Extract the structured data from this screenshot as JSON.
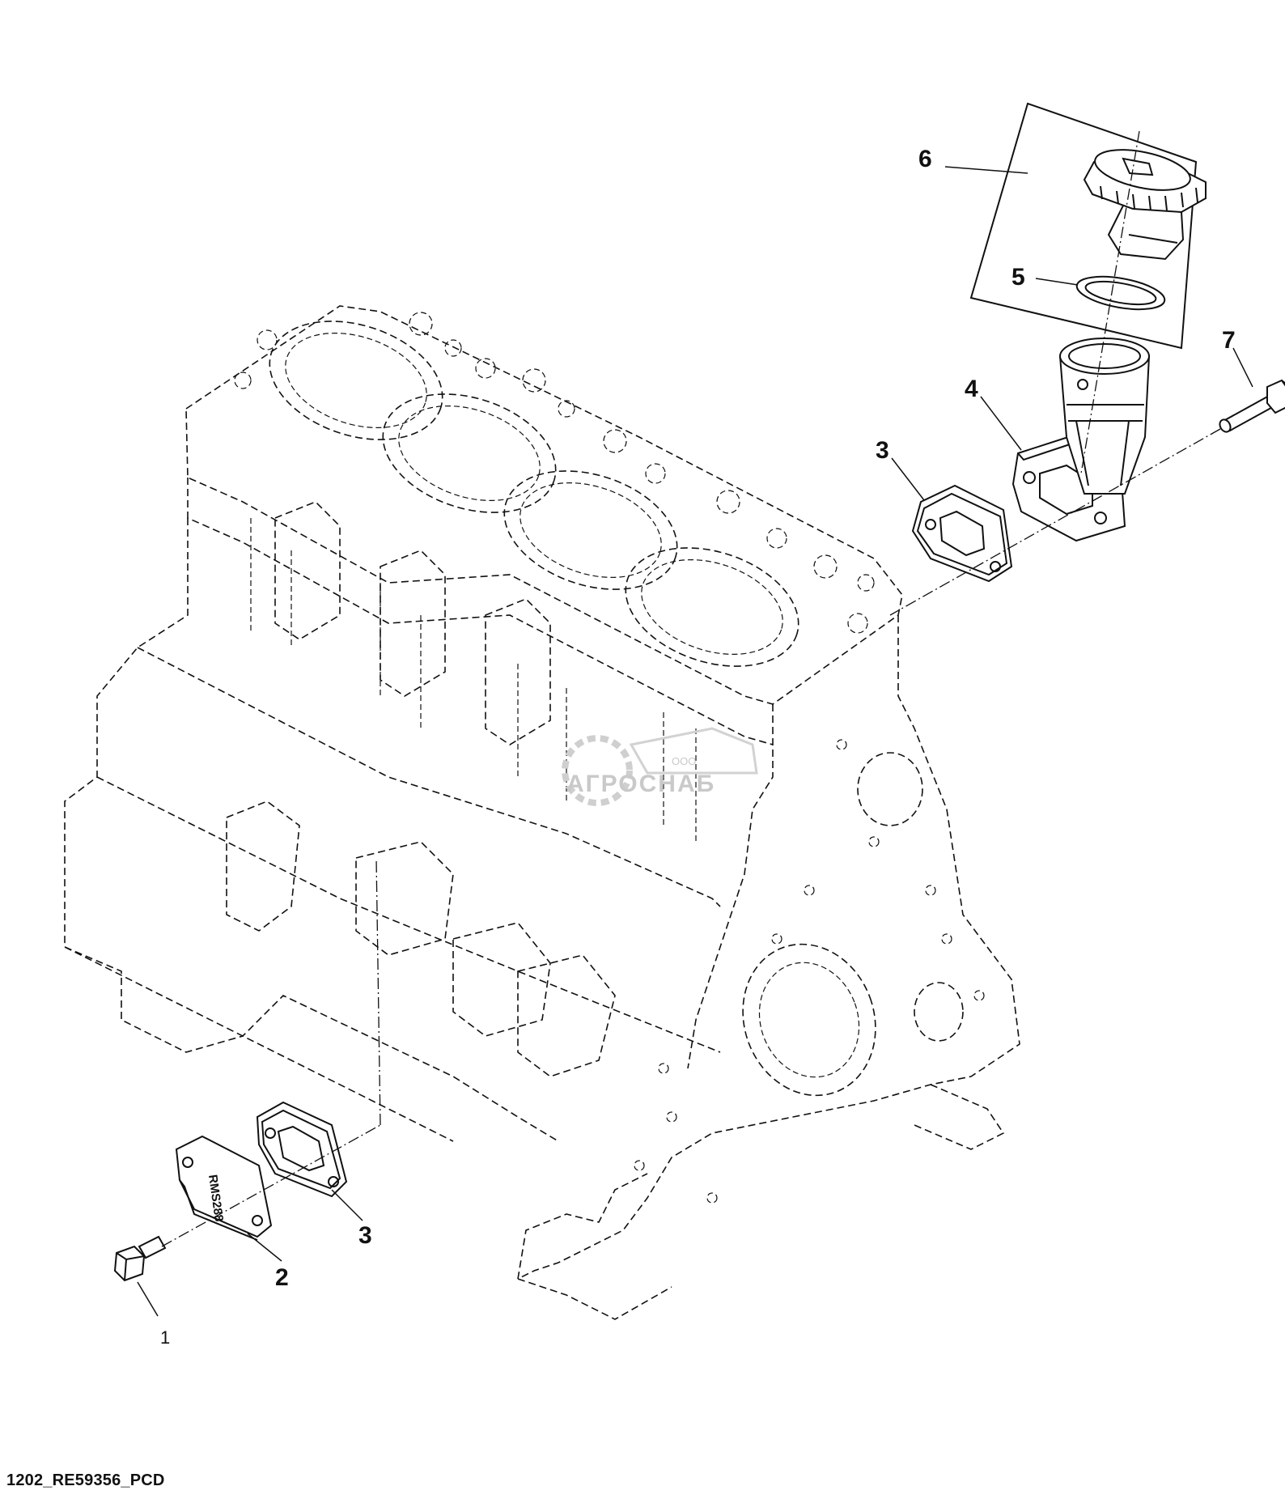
{
  "callouts": {
    "c1": "1",
    "c2": "2",
    "c3_lower": "3",
    "c3_upper": "3",
    "c4": "4",
    "c5": "5",
    "c6": "6",
    "c7": "7"
  },
  "cover_plate_marking": "RMS288",
  "watermark": {
    "small": "ООО",
    "name": "АГРОСНАБ"
  },
  "figure_code": "1202_RE59356_PCD"
}
